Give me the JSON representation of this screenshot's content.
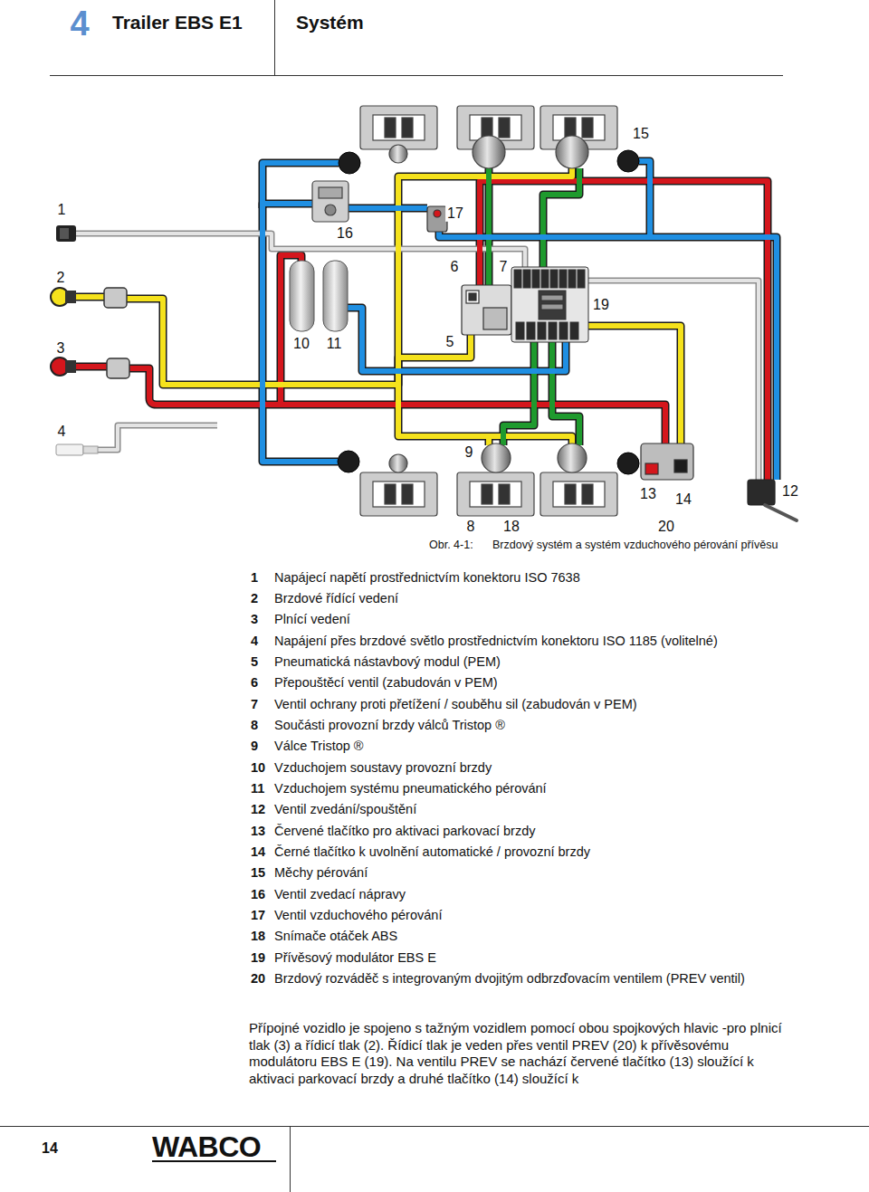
{
  "diagram": {
    "title": "Trailer EBS E1",
    "caption": "Brzdový systém a systém vzduchového pérování přívěsu",
    "labels": [
      "4",
      "Systém",
      "Obr. 4-1:",
      "1",
      "2",
      "3",
      "4",
      "5",
      "6",
      "7",
      "8",
      "9",
      "10",
      "11",
      "12",
      "13",
      "14",
      "15",
      "16",
      "17",
      "18",
      "19",
      "20",
      "1",
      "Napájecí napětí prostřednictvím konektoru ISO 7638",
      "2",
      "Brzdové řídící vedení",
      "3",
      "Plnící vedení",
      "4",
      "Napájení přes brzdové světlo prostřednictvím konektoru ISO 1185 (volitelné)",
      "5",
      "Pneumatická nástavbový modul (PEM)",
      "6",
      "Přepouštěcí ventil (zabudován v PEM)",
      "7",
      "Ventil ochrany proti přetížení / souběhu sil (zabudován v PEM)",
      "8",
      "Součásti provozní brzdy válců Tristop ®",
      "9",
      "Válce Tristop ®",
      "10",
      "Vzduchojem soustavy provozní brzdy",
      "11",
      "Vzduchojem systému pneumatického pérování",
      "12",
      "Ventil zvedání/spouštění",
      "13",
      "Červené tlačítko pro aktivaci parkovací brzdy",
      "14",
      "Černé tlačítko k uvolnění automatické / provozní brzdy",
      "15",
      "Měchy pérování",
      "16",
      "Ventil zvedací nápravy",
      "17",
      "Ventil vzduchového pérování",
      "18",
      "Snímače otáček ABS",
      "19",
      "Přívěsový modulátor EBS E",
      "20",
      "Brzdový rozváděč s integrovaným dvojitým odbrzďovacím ventilem (PREV ventil)",
      "Přípojné vozidlo je spojeno s tažným vozidlem pomocí obou spojkových hlavic -pro plnicí tlak (3) a řídicí tlak (2). Řídicí tlak je veden přes ventil PREV (20) k přívěsovému modulátoru EBS E (19). Na ventilu PREV se nachází červené tlačítko (13) sloužící k aktivaci parkovací brzdy a druhé tlačítko (14) sloužící k",
      "14",
      "WABCO"
    ]
  }
}
